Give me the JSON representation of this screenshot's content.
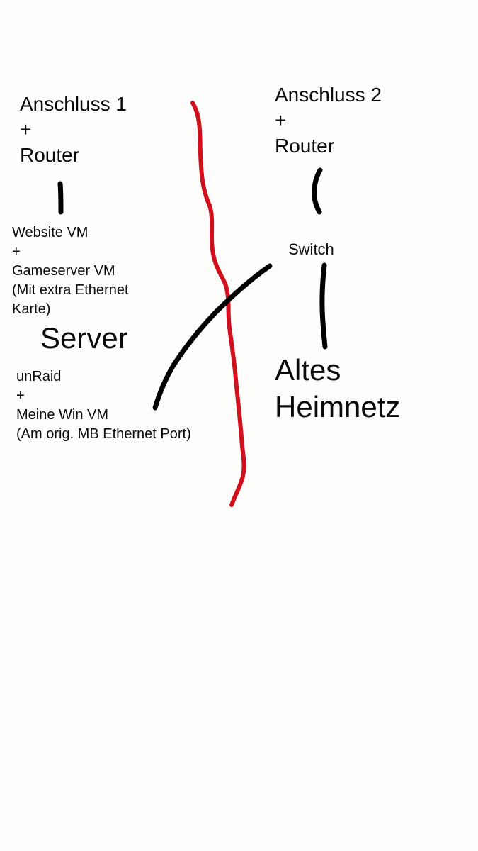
{
  "left": {
    "isp_block": [
      "Anschluss 1",
      "+",
      "Router"
    ],
    "vm_block": [
      "Website VM",
      "+",
      "Gameserver VM",
      "(Mit extra Ethernet",
      "Karte)"
    ],
    "server_label": "Server",
    "host_block": [
      "unRaid",
      "+",
      "Meine Win VM",
      "(Am orig. MB Ethernet Port)"
    ]
  },
  "right": {
    "isp_block": [
      "Anschluss 2",
      "+",
      "Router"
    ],
    "switch_label": "Switch",
    "network_block": [
      "Altes",
      "Heimnetz"
    ]
  },
  "colors": {
    "separator_line": "#d0101c",
    "link_line": "#000000",
    "background": "#fdfdfc"
  }
}
